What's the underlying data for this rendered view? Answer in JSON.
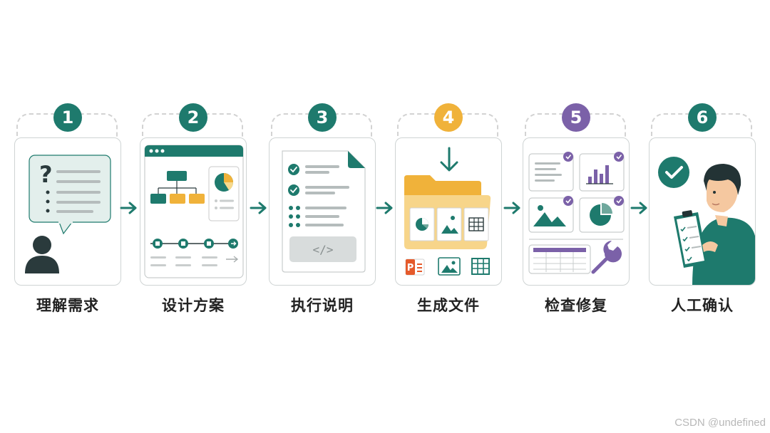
{
  "colors": {
    "teal": "#1e7a6d",
    "teal_light": "#e3efec",
    "orange": "#f0b23a",
    "purple": "#7b61a8",
    "gray": "#c9cdcd",
    "dark": "#2a3a3c"
  },
  "steps": [
    {
      "number": "1",
      "label": "理解需求",
      "badge_color": "#1e7a6d",
      "icon": "question-chat-person-icon"
    },
    {
      "number": "2",
      "label": "设计方案",
      "badge_color": "#1e7a6d",
      "icon": "design-window-icon"
    },
    {
      "number": "3",
      "label": "执行说明",
      "badge_color": "#1e7a6d",
      "icon": "checklist-document-icon"
    },
    {
      "number": "4",
      "label": "生成文件",
      "badge_color": "#f0b23a",
      "icon": "folder-files-icon"
    },
    {
      "number": "5",
      "label": "检查修复",
      "badge_color": "#7b61a8",
      "icon": "review-repair-icon"
    },
    {
      "number": "6",
      "label": "人工确认",
      "badge_color": "#1e7a6d",
      "icon": "person-clipboard-icon"
    }
  ],
  "card4": {
    "ppt_letter": "P"
  },
  "card3": {
    "code_text": "</>"
  },
  "watermark": "CSDN @undefined"
}
